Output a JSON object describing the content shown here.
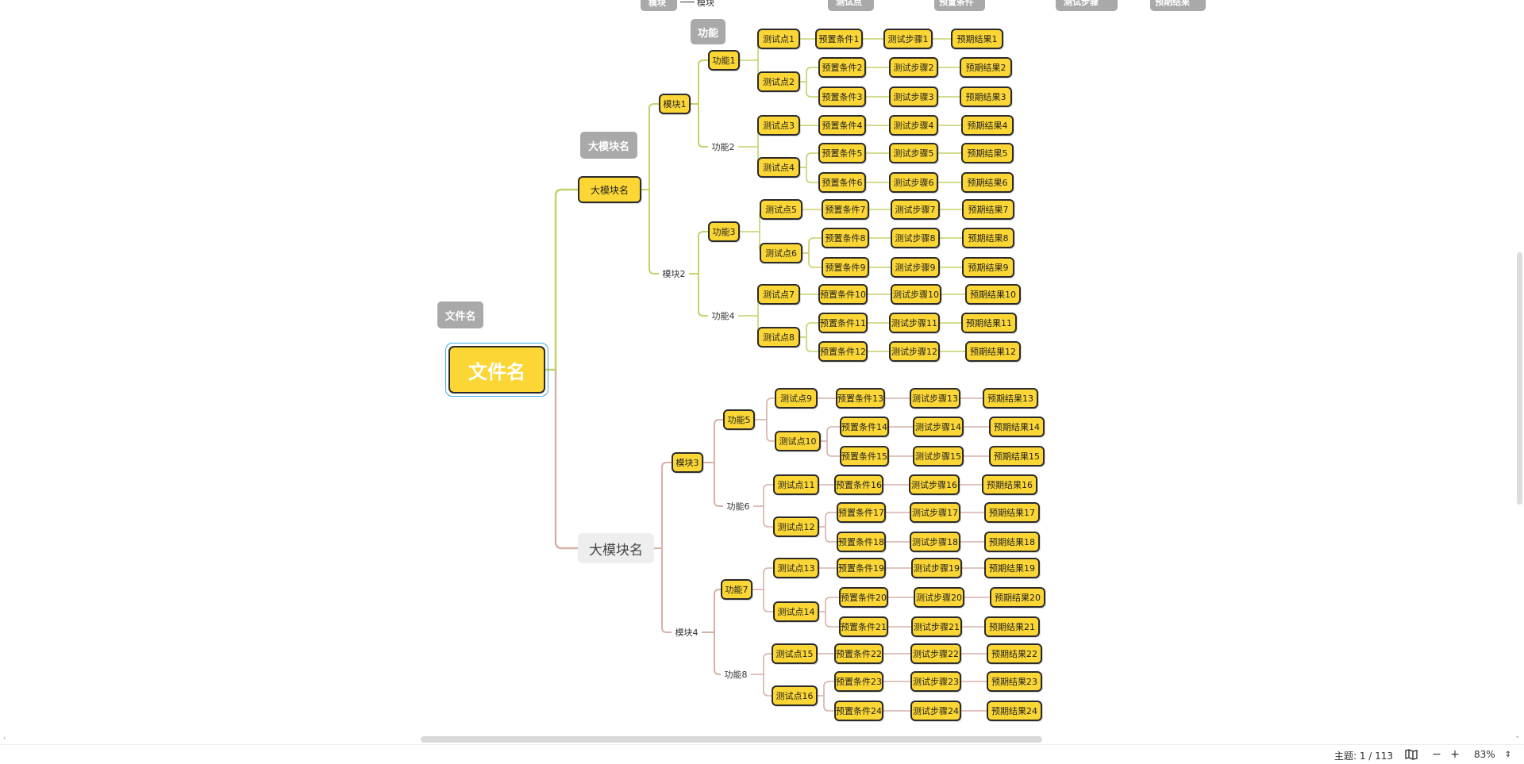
{
  "top_tags": [
    {
      "label": "模块",
      "right_label": "模块"
    },
    {
      "label": "测试点"
    },
    {
      "label": "预置条件"
    },
    {
      "label": "测试步骤"
    },
    {
      "label": "预期结果"
    }
  ],
  "tags": {
    "function": "功能",
    "big_module": "大模块名",
    "file": "文件名"
  },
  "root": "文件名",
  "big_modules": [
    "大模块名",
    "大模块名"
  ],
  "modules": [
    "模块1",
    "模块2",
    "模块3",
    "模块4"
  ],
  "functions": [
    "功能1",
    "功能2",
    "功能3",
    "功能4",
    "功能5",
    "功能6",
    "功能7",
    "功能8"
  ],
  "points": [
    "测试点1",
    "测试点2",
    "测试点3",
    "测试点4",
    "测试点5",
    "测试点6",
    "测试点7",
    "测试点8",
    "测试点9",
    "测试点10",
    "测试点11",
    "测试点12",
    "测试点13",
    "测试点14",
    "测试点15",
    "测试点16"
  ],
  "rows": [
    [
      "预置条件1",
      "测试步骤1",
      "预期结果1"
    ],
    [
      "预置条件2",
      "测试步骤2",
      "预期结果2"
    ],
    [
      "预置条件3",
      "测试步骤3",
      "预期结果3"
    ],
    [
      "预置条件4",
      "测试步骤4",
      "预期结果4"
    ],
    [
      "预置条件5",
      "测试步骤5",
      "预期结果5"
    ],
    [
      "预置条件6",
      "测试步骤6",
      "预期结果6"
    ],
    [
      "预置条件7",
      "测试步骤7",
      "预期结果7"
    ],
    [
      "预置条件8",
      "测试步骤8",
      "预期结果8"
    ],
    [
      "预置条件9",
      "测试步骤9",
      "预期结果9"
    ],
    [
      "预置条件10",
      "测试步骤10",
      "预期结果10"
    ],
    [
      "预置条件11",
      "测试步骤11",
      "预期结果11"
    ],
    [
      "预置条件12",
      "测试步骤12",
      "预期结果12"
    ],
    [
      "预置条件13",
      "测试步骤13",
      "预期结果13"
    ],
    [
      "预置条件14",
      "测试步骤14",
      "预期结果14"
    ],
    [
      "预置条件15",
      "测试步骤15",
      "预期结果15"
    ],
    [
      "预置条件16",
      "测试步骤16",
      "预期结果16"
    ],
    [
      "预置条件17",
      "测试步骤17",
      "预期结果17"
    ],
    [
      "预置条件18",
      "测试步骤18",
      "预期结果18"
    ],
    [
      "预置条件19",
      "测试步骤19",
      "预期结果19"
    ],
    [
      "预置条件20",
      "测试步骤20",
      "预期结果20"
    ],
    [
      "预置条件21",
      "测试步骤21",
      "预期结果21"
    ],
    [
      "预置条件22",
      "测试步骤22",
      "预期结果22"
    ],
    [
      "预置条件23",
      "测试步骤23",
      "预期结果23"
    ],
    [
      "预置条件24",
      "测试步骤24",
      "预期结果24"
    ]
  ],
  "status": {
    "topic_label": "主题: 1 / 113",
    "zoom": "83%",
    "zoom_out": "−",
    "zoom_in": "+"
  },
  "colors": {
    "node_fill": "#FBD634",
    "node_border": "#2b2b2b",
    "edge_top": "#c5d16b",
    "edge_bottom": "#d7b1a8",
    "tag_gray": "#a9a9a9"
  }
}
